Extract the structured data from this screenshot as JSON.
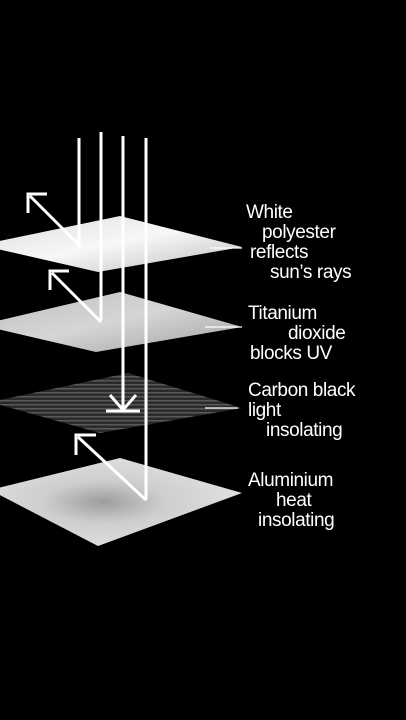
{
  "diagram": {
    "colors": {
      "background": "#000000",
      "text": "#ffffff",
      "lines": "#ffffff"
    },
    "layers": [
      {
        "id": "white-polyester",
        "label_lines": [
          "White",
          "polyester",
          "reflects",
          "sun’s rays"
        ],
        "surface": "white"
      },
      {
        "id": "titanium-dioxide",
        "label_lines": [
          "Titanium",
          "dioxide",
          "blocks UV"
        ],
        "surface": "light-grey"
      },
      {
        "id": "carbon-black",
        "label_lines": [
          "Carbon black",
          "light",
          "insolating"
        ],
        "surface": "dark-striped"
      },
      {
        "id": "aluminium",
        "label_lines": [
          "Aluminium",
          "heat",
          "insolating"
        ],
        "surface": "speckled-silver"
      }
    ],
    "rays": {
      "count": 4,
      "icons": [
        "incoming-ray-icon",
        "reflected-arrow-icon",
        "blocked-arrow-icon"
      ]
    }
  }
}
